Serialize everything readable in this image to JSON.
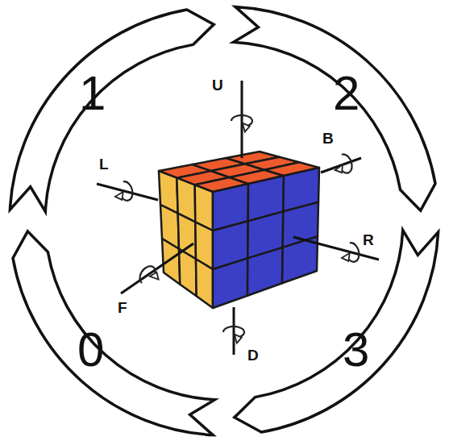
{
  "diagram": {
    "labels": [
      "1",
      "2",
      "3",
      "0",
      "U",
      "B",
      "L",
      "R",
      "F",
      "D"
    ]
  }
}
